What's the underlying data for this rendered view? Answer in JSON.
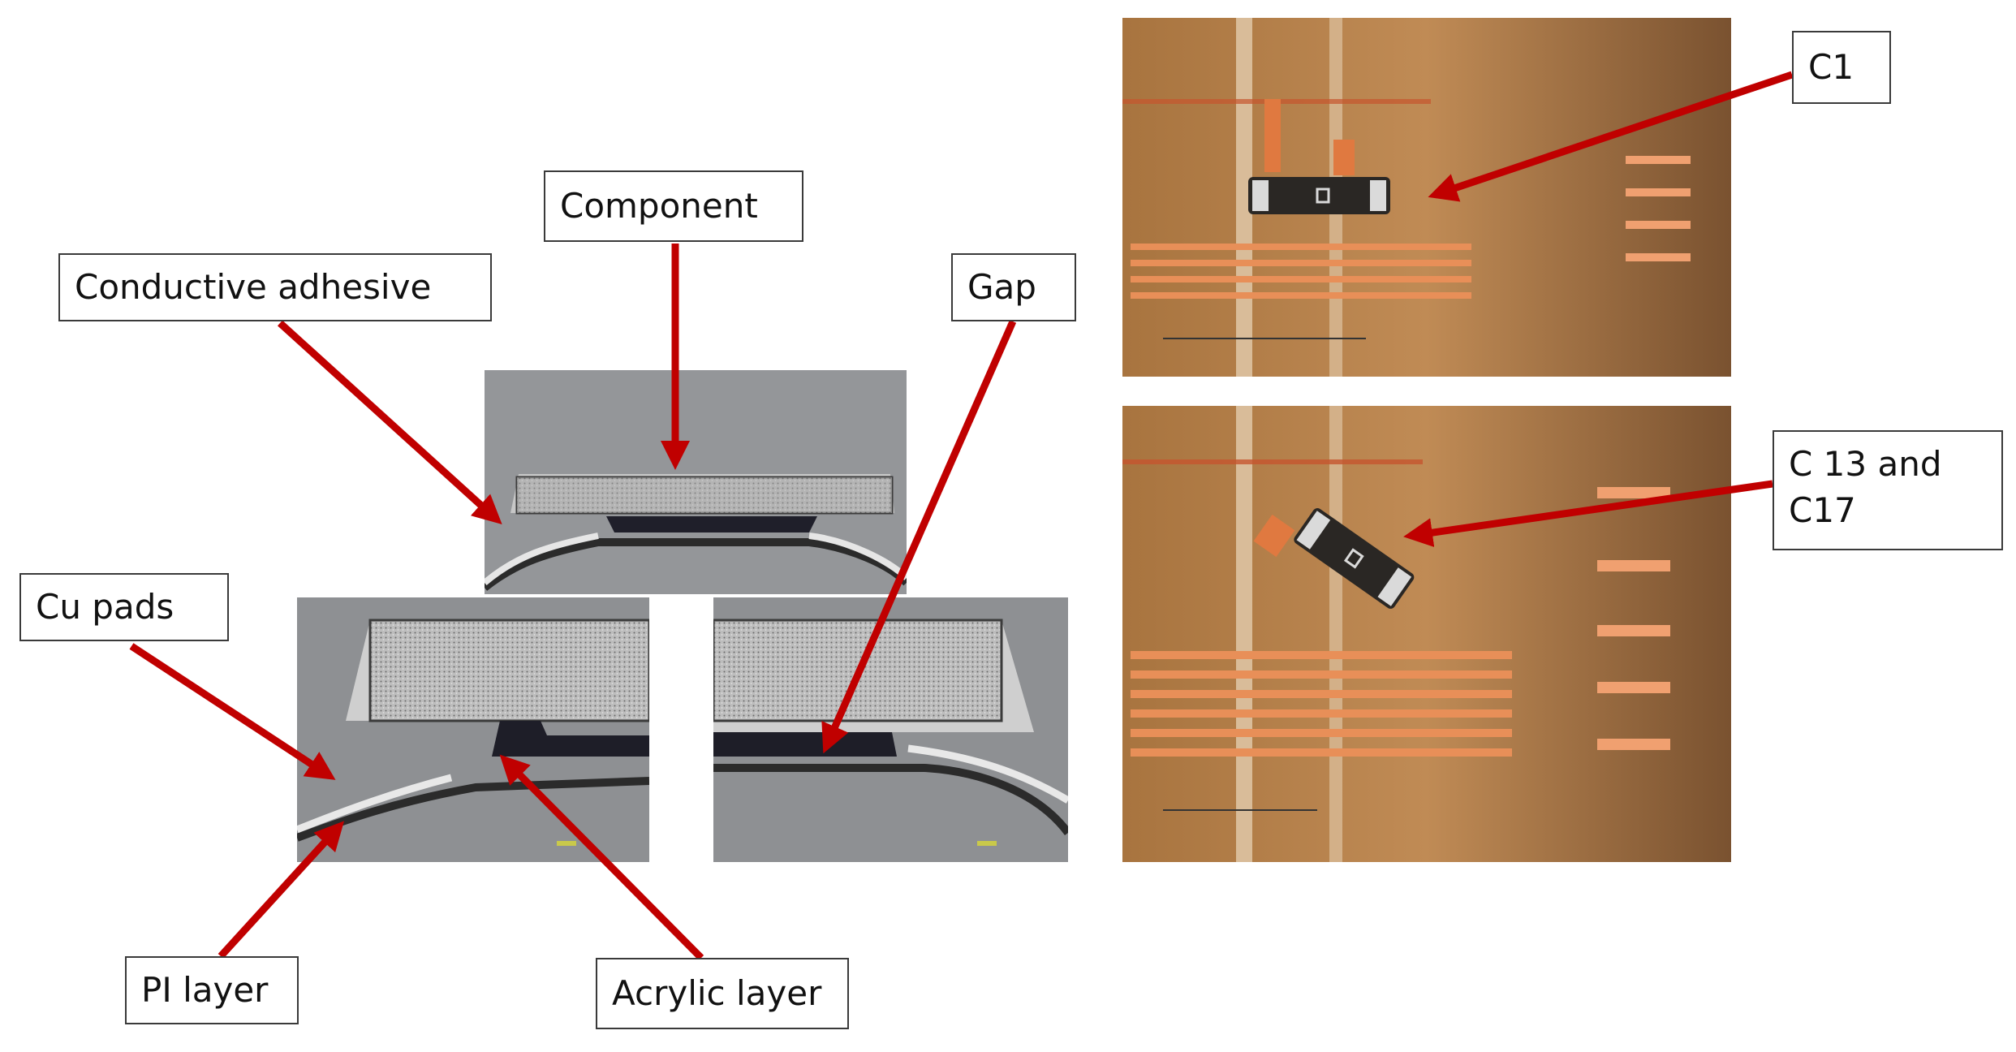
{
  "labels": {
    "component": "Component",
    "conductive_adhesive": "Conductive adhesive",
    "gap": "Gap",
    "cu_pads": "Cu pads",
    "pi_layer": "PI layer",
    "acrylic_layer": "Acrylic layer",
    "c1": "C1",
    "c13_c17_line1": "C 13 and",
    "c13_c17_line2": "C17"
  },
  "colors": {
    "arrow": "#c00000",
    "box_border": "#3a3a3a",
    "cross_section_bg": "#8e9093",
    "component_fill": "#a9a9a9",
    "copper_photo_bg": "#b07a45",
    "copper_trace": "#e8935a"
  }
}
